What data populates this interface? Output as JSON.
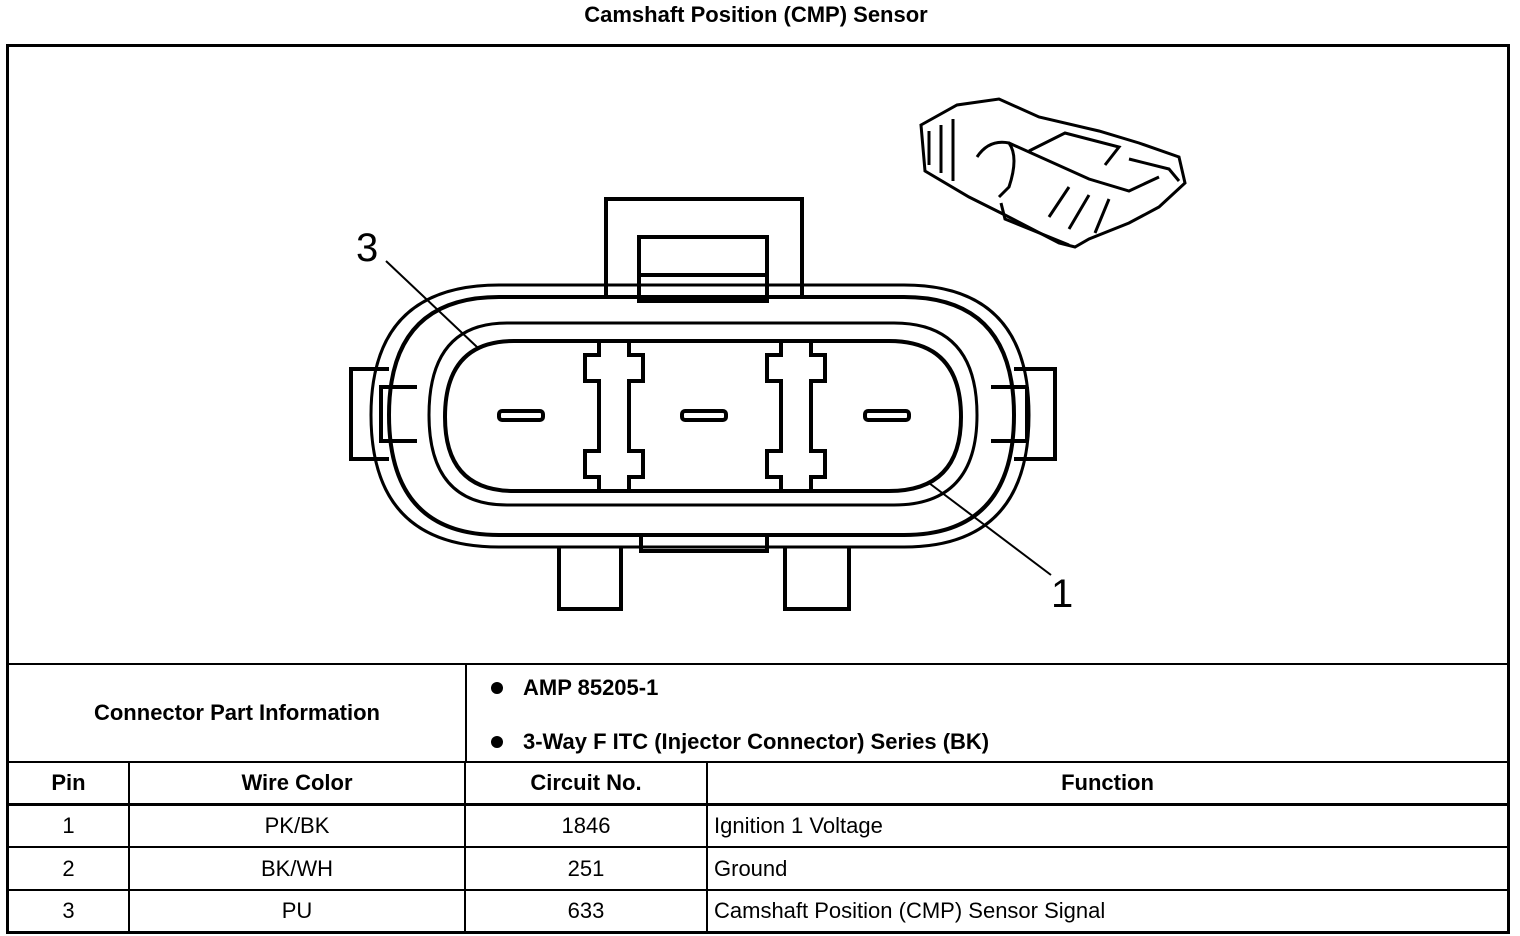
{
  "title": "Camshaft Position (CMP) Sensor",
  "diagram": {
    "callouts": [
      "3",
      "1"
    ]
  },
  "connector_info": {
    "label": "Connector Part Information",
    "items": [
      "AMP 85205-1",
      "3-Way F ITC (Injector Connector) Series (BK)"
    ]
  },
  "table": {
    "headers": [
      "Pin",
      "Wire Color",
      "Circuit No.",
      "Function"
    ],
    "rows": [
      [
        "1",
        "PK/BK",
        "1846",
        "Ignition 1 Voltage"
      ],
      [
        "2",
        "BK/WH",
        "251",
        "Ground"
      ],
      [
        "3",
        "PU",
        "633",
        "Camshaft Position (CMP) Sensor Signal"
      ]
    ]
  }
}
